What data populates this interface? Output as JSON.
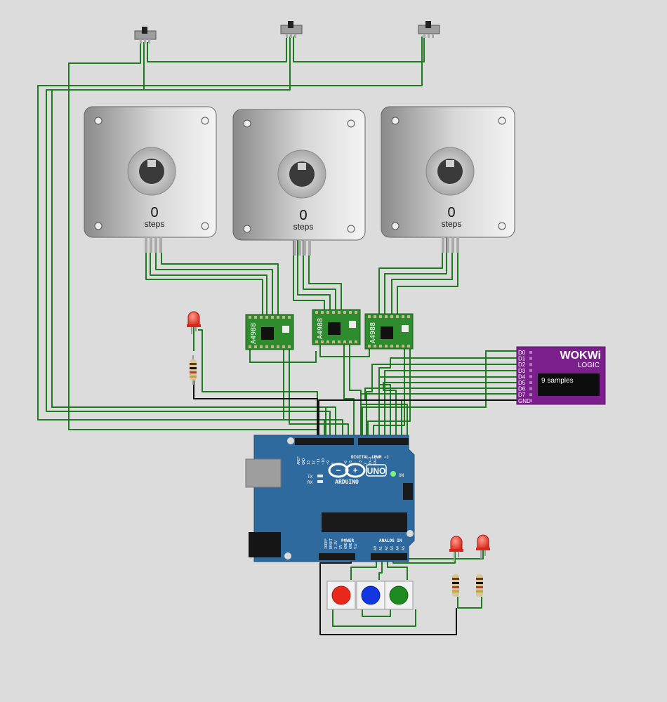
{
  "motors": [
    {
      "count": "0",
      "unit": "steps"
    },
    {
      "count": "0",
      "unit": "steps"
    },
    {
      "count": "0",
      "unit": "steps"
    }
  ],
  "drivers": [
    {
      "label": "A4988"
    },
    {
      "label": "A4988"
    },
    {
      "label": "A4988"
    }
  ],
  "analyzer": {
    "brand": "WOKWi",
    "subtitle": "LOGIC",
    "samples": "9 samples",
    "channels": [
      "D0",
      "D1",
      "D2",
      "D3",
      "D4",
      "D5",
      "D6",
      "D7",
      "GND"
    ]
  },
  "arduino": {
    "brand": "ARDUINO",
    "model": "UNO",
    "on_label": "ON",
    "tx": "TX",
    "rx": "RX",
    "digital_header": "DIGITAL (PWM ~)",
    "analog_header": "ANALOG IN",
    "power_header": "POWER",
    "top_pins": [
      "AREF",
      "GND",
      "13",
      "12",
      "~11",
      "~10",
      "~9",
      "8",
      "7",
      "~6",
      "~5",
      "4",
      "~3",
      "2",
      "TX→1",
      "RX←0"
    ],
    "power_pins": [
      "IOREF",
      "RESET",
      "3.3V",
      "5V",
      "GND",
      "GND",
      "Vin"
    ],
    "analog_pins": [
      "A0",
      "A1",
      "A2",
      "A3",
      "A4",
      "A5"
    ]
  },
  "pushbuttons": [
    {
      "color": "#e8291c"
    },
    {
      "color": "#1436e0"
    },
    {
      "color": "#1f8a1f"
    }
  ],
  "colors": {
    "wire_green": "#1e7a1e",
    "wire_black": "#111111",
    "board_blue": "#2f6a9f",
    "driver_green": "#2e8b2e",
    "analyzer_purple": "#7a1f8c",
    "led_red": "#e83a2e"
  }
}
